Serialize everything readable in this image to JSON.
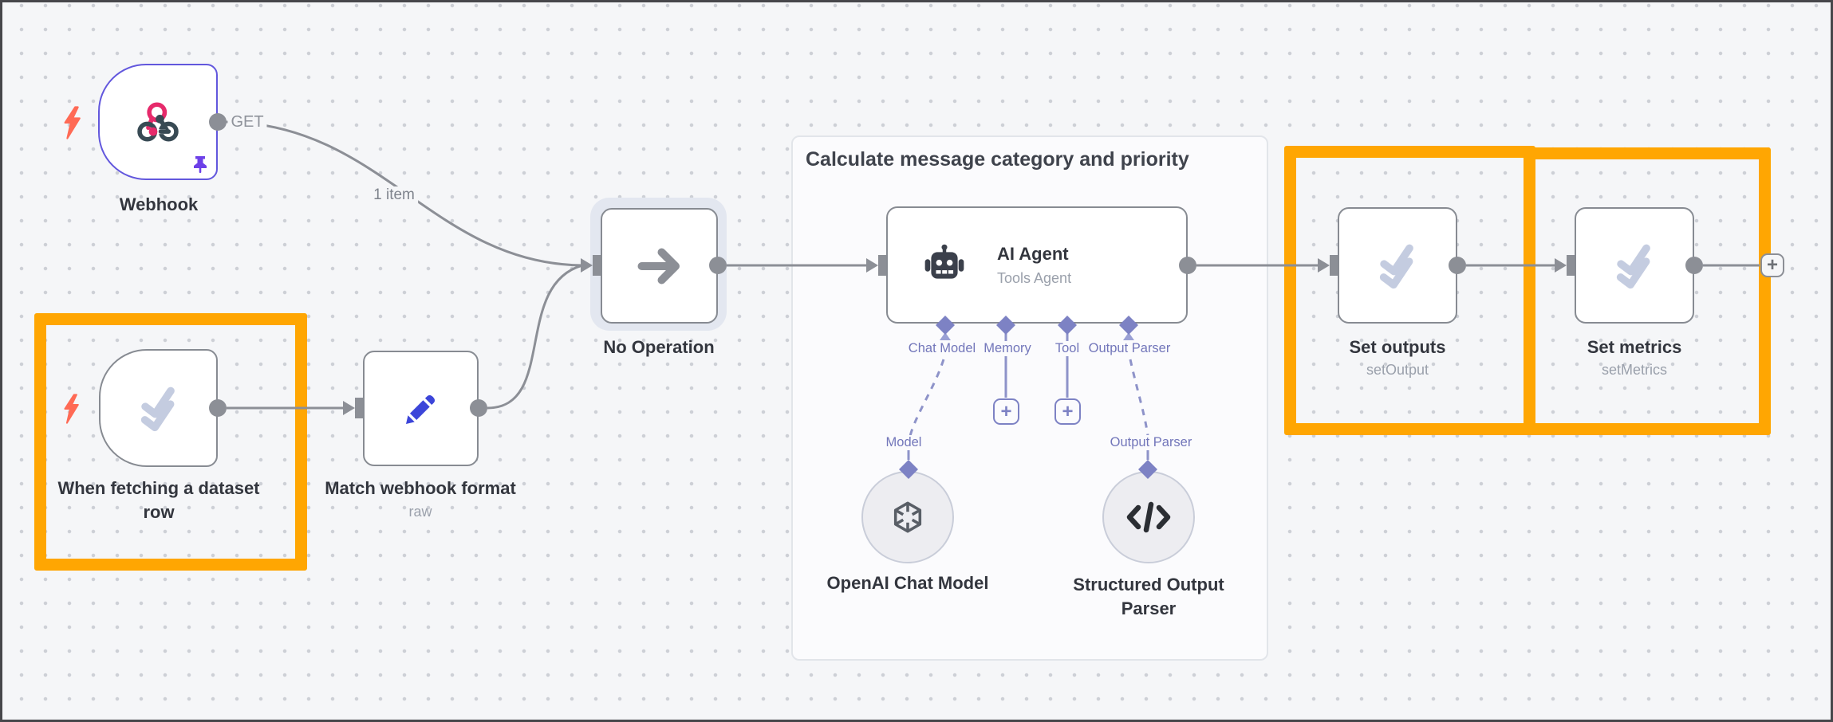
{
  "app_title": "n8n workflow canvas",
  "colors": {
    "canvas_bg": "#f5f6f8",
    "highlight_orange": "#ffa602",
    "selected_purple": "#6257dd",
    "connector_gray": "#8c8f96",
    "agent_purple": "#7d82c4",
    "node_border": "#878b92",
    "check_icon": "#c4cce0",
    "pencil_blue": "#3c45d9",
    "webhook_pink": "#e62a6b",
    "webhook_dark": "#384a54",
    "bolt_red": "#ff6a55",
    "pin_purple": "#6d40e8"
  },
  "group_box": {
    "title": "Calculate message category and priority"
  },
  "edge_labels": {
    "webhook_output": "GET",
    "item_count": "1 item"
  },
  "nodes": {
    "webhook": {
      "label": "Webhook"
    },
    "when_fetching": {
      "label": "When fetching a dataset row"
    },
    "match_format": {
      "label": "Match webhook format",
      "sublabel": "raw"
    },
    "no_operation": {
      "label": "No Operation"
    },
    "ai_agent": {
      "title": "AI Agent",
      "subtitle": "Tools Agent"
    },
    "set_outputs": {
      "label": "Set outputs",
      "sublabel": "setOutput"
    },
    "set_metrics": {
      "label": "Set metrics",
      "sublabel": "setMetrics"
    },
    "openai_chat_model": {
      "label": "OpenAI Chat Model"
    },
    "structured_output_parser": {
      "label": "Structured Output Parser"
    }
  },
  "agent_ports": {
    "chat_model": "Chat Model",
    "memory": "Memory",
    "tool": "Tool",
    "output_parser": "Output Parser"
  },
  "sub_connection_labels": {
    "model": "Model",
    "output_parser": "Output Parser"
  },
  "plus_glyph": "+",
  "icons": {
    "webhook-icon": "interlocked hook knot",
    "double-check-icon": "two check marks",
    "pencil-icon": "edit pencil",
    "arrow-right-icon": "→",
    "robot-icon": "robot head",
    "openai-icon": "openai knot",
    "code-icon": "</>",
    "lightning-icon": "⚡",
    "pin-icon": "pushpin",
    "plus-icon": "+"
  }
}
